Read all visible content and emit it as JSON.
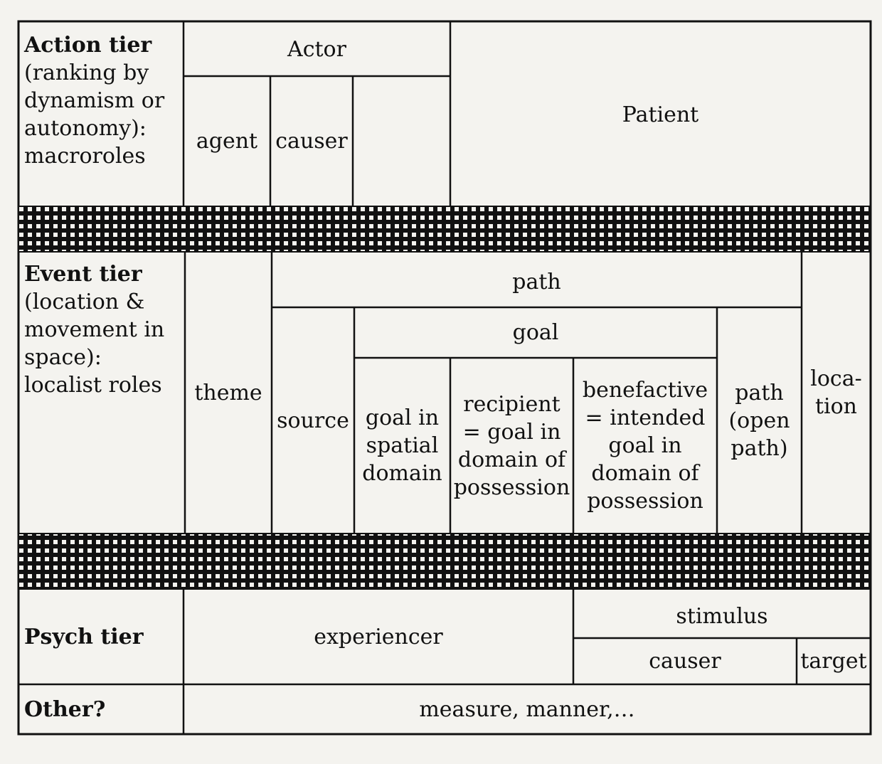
{
  "action_tier": {
    "title": "Action tier",
    "subtitle": "(ranking by\ndynamism or\nautonomy):\nmacroroles",
    "actor": "Actor",
    "agent": "agent",
    "causer": "causer",
    "patient": "Patient"
  },
  "event_tier": {
    "title": "Event tier",
    "subtitle": "(location &\nmovement in\nspace):\nlocalist roles",
    "theme": "theme",
    "path": "path",
    "source": "source",
    "goal": "goal",
    "goal_spatial": "goal in\nspatial\ndomain",
    "recipient": "recipient\n= goal in\ndomain of\npossession",
    "benefactive": "benefactive\n= intended\ngoal in\ndomain of\npossession",
    "open_path": "path\n(open\npath)",
    "location": "loca-\ntion"
  },
  "psych_tier": {
    "title": "Psych tier",
    "experiencer": "experiencer",
    "stimulus": "stimulus",
    "causer": "causer",
    "target": "target"
  },
  "other_tier": {
    "title": "Other?",
    "content": "measure, manner,…"
  },
  "colors": {
    "line": "#111111",
    "band_dark": "#111111",
    "band_light": "#f4f3ef"
  }
}
